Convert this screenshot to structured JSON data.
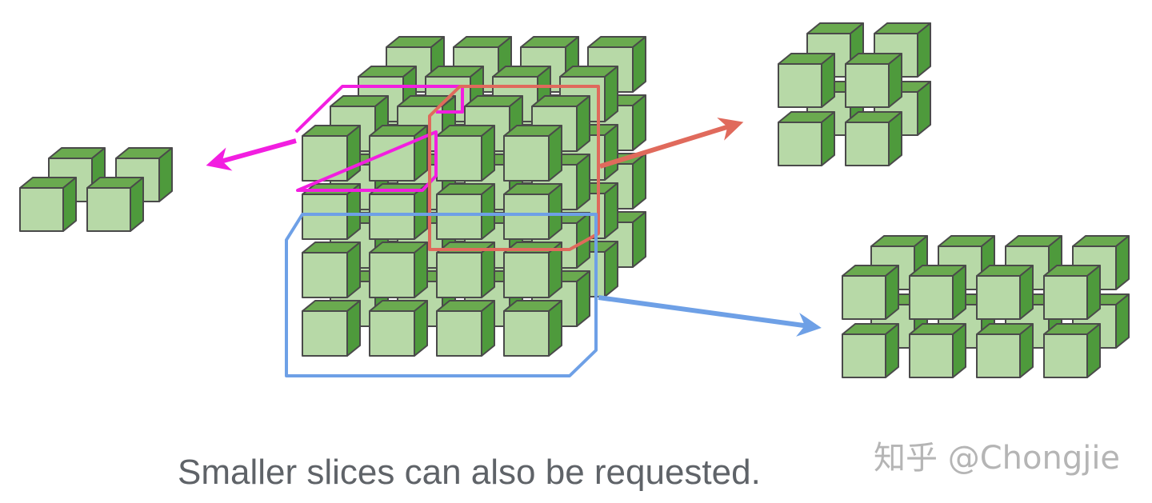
{
  "caption": "Smaller slices can also be requested.",
  "watermark": "知乎 @Chongjie",
  "colors": {
    "cube_front": "#b7d9a7",
    "cube_top": "#6aaa4f",
    "cube_side": "#4e9a3c",
    "cube_edge": "#4a4a4a",
    "pink_slice": "#f21ee0",
    "red_slice": "#e06a5c",
    "blue_slice": "#6ea0e6"
  },
  "diagram": {
    "main_cube": {
      "columns": 4,
      "rows": 4,
      "depth": 4
    },
    "slices": [
      {
        "name": "pink-slice",
        "color_key": "pink_slice",
        "columns": 2,
        "rows": 1,
        "depth": 2
      },
      {
        "name": "red-slice",
        "color_key": "red_slice",
        "columns": 2,
        "rows": 2,
        "depth": 2
      },
      {
        "name": "blue-slice",
        "color_key": "blue_slice",
        "columns": 4,
        "rows": 2,
        "depth": 2
      }
    ]
  }
}
